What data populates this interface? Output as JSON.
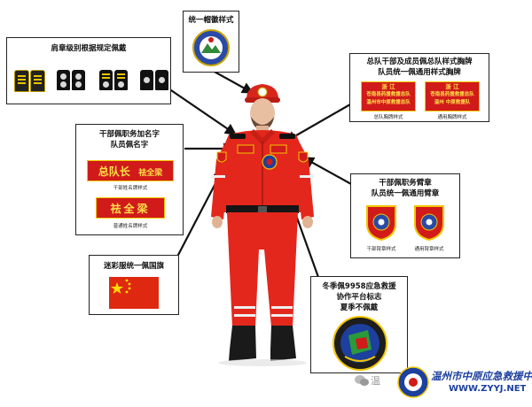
{
  "callouts": {
    "cap": {
      "title": "统一帽徽样式"
    },
    "shoulder": {
      "title": "肩章级别根据规定佩戴"
    },
    "chest": {
      "title_line1": "总队干部及成员佩总队样式胸牌",
      "title_line2": "队员统一佩通用样式胸牌",
      "badge_a": {
        "top": "浙 江",
        "line2": "苍南县药援救援总队",
        "line3": "温州市中原救援总队"
      },
      "badge_b": {
        "top": "浙 江",
        "line2": "苍南县药援救援总队",
        "line3": "温州 中原救援队"
      },
      "caption_a": "总队胸牌样式",
      "caption_b": "通用胸牌样式"
    },
    "name": {
      "title_line1": "干部佩职务加名字",
      "title_line2": "队员佩名字",
      "tag1_role": "总队长",
      "tag1_name": "祛全梁",
      "tag1_caption": "干部姓名牌样式",
      "tag2_name": "祛全梁",
      "tag2_caption": "普通姓名牌样式"
    },
    "arm": {
      "title_line1": "干部佩职务臂章",
      "title_line2": "队员统一佩通用臂章",
      "caption_a": "干部臂章样式",
      "caption_b": "通用臂章样式"
    },
    "flag": {
      "title": "迷彩服统一佩国旗"
    },
    "winter": {
      "title_line1": "冬季佩9958应急救援",
      "title_line2": "协作平台标志",
      "title_line3": "夏季不佩戴"
    }
  },
  "watermark": {
    "wechat": "温",
    "org": "温州市中原应急救援中心",
    "url": "WWW.ZYYJ.NET"
  },
  "colors": {
    "uniform_red": "#e3271d",
    "patch_gold": "#f2c600",
    "brand_blue": "#1d3f9e"
  }
}
